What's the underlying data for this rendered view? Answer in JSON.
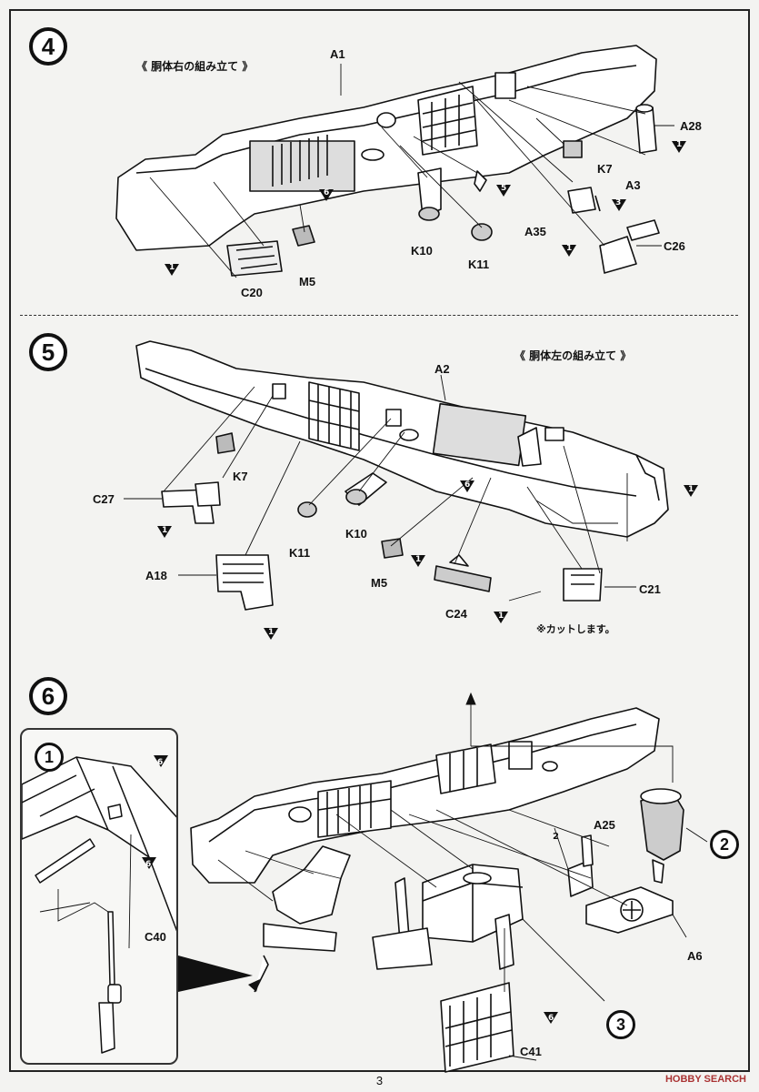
{
  "steps": [
    {
      "number": "4",
      "title": "《 胴体右の組み立て 》"
    },
    {
      "number": "5",
      "title": "《 胴体左の組み立て 》"
    },
    {
      "number": "6"
    }
  ],
  "step4_labels": {
    "a1": "A1",
    "a28": "A28",
    "k7": "K7",
    "a3": "A3",
    "c26": "C26",
    "a35": "A35",
    "k10": "K10",
    "k11": "K11",
    "m5": "M5",
    "c20": "C20"
  },
  "step4_markers": {
    "m1": "1",
    "m2": "1",
    "m3": "3",
    "m4": "5",
    "m5": "6",
    "m6": "1",
    "m7": "1"
  },
  "step5_labels": {
    "a2": "A2",
    "k7": "K7",
    "c27": "C27",
    "k11": "K11",
    "k10": "K10",
    "a18": "A18",
    "m5": "M5",
    "c24": "C24",
    "c21": "C21"
  },
  "step5_markers": {
    "m1": "1",
    "m2": "6",
    "m3": "1",
    "m4": "1",
    "m5": "1",
    "m6": "1"
  },
  "step5_note": "※カットします。",
  "step6_labels": {
    "a25": "A25",
    "a6": "A6",
    "c41": "C41",
    "c40": "C40"
  },
  "step6_markers": {
    "m1": "2",
    "m2": "6",
    "m3": "6",
    "m4": "6"
  },
  "step6_sub": {
    "s1": "1",
    "s2": "2",
    "s3": "3"
  },
  "page_number": "3",
  "watermark": "HOBBY SEARCH"
}
